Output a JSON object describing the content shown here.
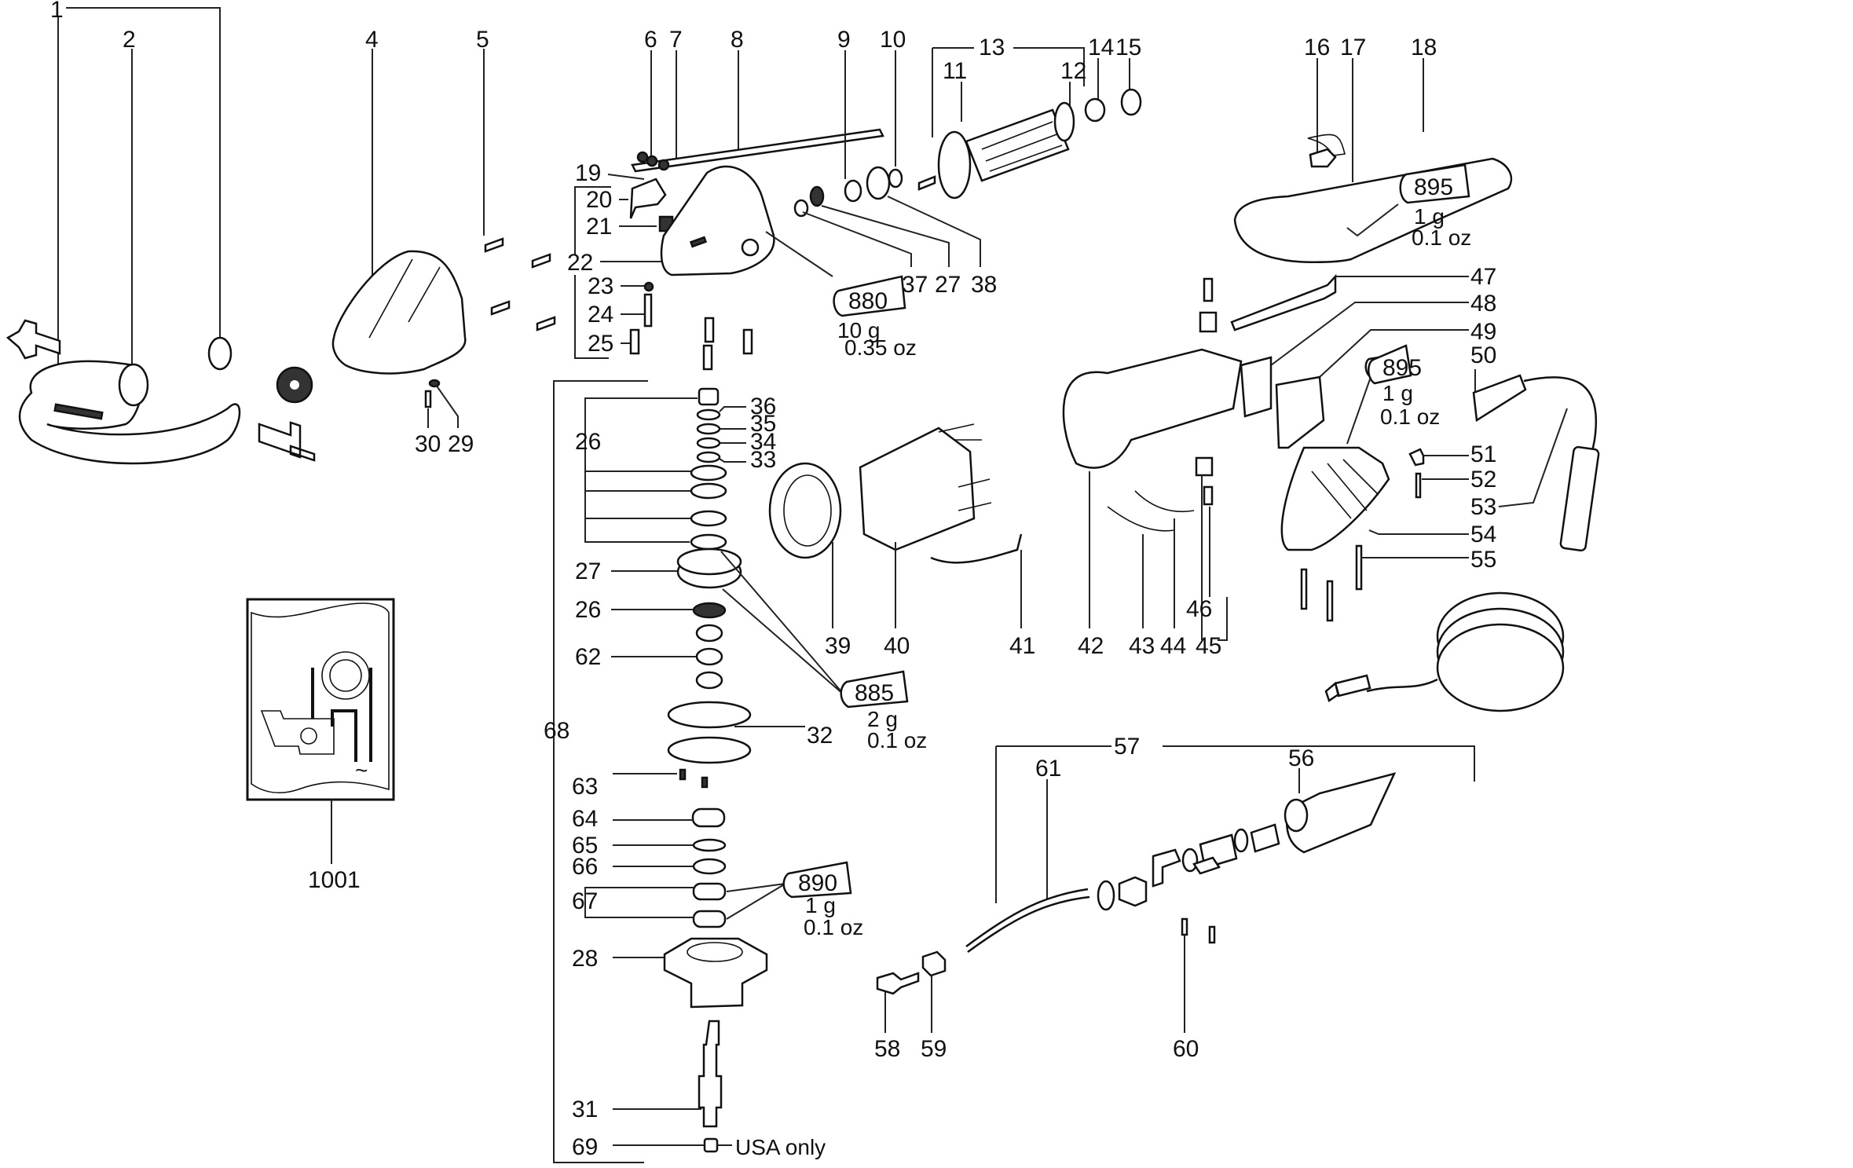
{
  "title": "Exploded parts diagram – angle polisher",
  "labels": {
    "p1": "1",
    "p2": "2",
    "p4": "4",
    "p5": "5",
    "p6": "6",
    "p7": "7",
    "p8": "8",
    "p9": "9",
    "p10": "10",
    "p11": "11",
    "p12": "12",
    "p13": "13",
    "p14": "14",
    "p15": "15",
    "p16": "16",
    "p17": "17",
    "p18": "18",
    "p19": "19",
    "p20": "20",
    "p21": "21",
    "p22": "22",
    "p23": "23",
    "p24": "24",
    "p25": "25",
    "p26a": "26",
    "p26b": "26",
    "p27a": "27",
    "p27b": "27",
    "p28": "28",
    "p29": "29",
    "p30": "30",
    "p31": "31",
    "p32": "32",
    "p33": "33",
    "p34": "34",
    "p35": "35",
    "p36": "36",
    "p37": "37",
    "p38": "38",
    "p39": "39",
    "p40": "40",
    "p41": "41",
    "p42": "42",
    "p43": "43",
    "p44": "44",
    "p45": "45",
    "p46": "46",
    "p47": "47",
    "p48": "48",
    "p49": "49",
    "p50": "50",
    "p51": "51",
    "p52": "52",
    "p53": "53",
    "p54": "54",
    "p55": "55",
    "p56": "56",
    "p57": "57",
    "p58": "58",
    "p59": "59",
    "p60": "60",
    "p61": "61",
    "p62": "62",
    "p63": "63",
    "p64": "64",
    "p65": "65",
    "p66": "66",
    "p67": "67",
    "p68": "68",
    "p69": "69",
    "p1001": "1001"
  },
  "grease_tubes": [
    {
      "code": "880",
      "amount_g": "10 g",
      "amount_oz": "0.35 oz"
    },
    {
      "code": "895",
      "amount_g": "1 g",
      "amount_oz": "0.1 oz"
    },
    {
      "code": "895",
      "amount_g": "1 g",
      "amount_oz": "0.1 oz"
    },
    {
      "code": "885",
      "amount_g": "2 g",
      "amount_oz": "0.1 oz"
    },
    {
      "code": "890",
      "amount_g": "1 g",
      "amount_oz": "0.1 oz"
    }
  ],
  "notes": {
    "usa_only": "USA only",
    "ac_symbol": "~"
  }
}
